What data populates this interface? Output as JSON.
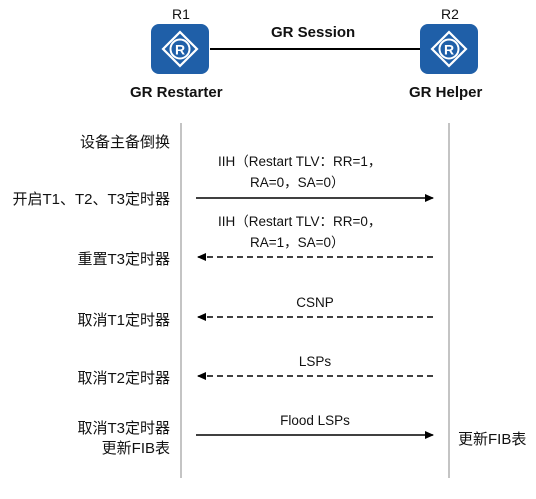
{
  "routers": {
    "r1": {
      "name": "R1",
      "role": "GR Restarter",
      "icon": "router-icon",
      "color": "#1f5fa8"
    },
    "r2": {
      "name": "R2",
      "role": "GR Helper",
      "icon": "router-icon",
      "color": "#1f5fa8"
    },
    "session_label": "GR Session",
    "icon_glyph": "R"
  },
  "steps": {
    "s1": "设备主备倒换",
    "s2": "开启T1、T2、T3定时器",
    "s3": "重置T3定时器",
    "s4": "取消T1定时器",
    "s5": "取消T2定时器",
    "s6_line1": "取消T3定时器",
    "s6_line2": "更新FIB表"
  },
  "helper_step": "更新FIB表",
  "messages": {
    "m1_line1": "IIH（Restart TLV：RR=1，",
    "m1_line2": "RA=0，SA=0）",
    "m2_line1": "IIH（Restart TLV：RR=0，",
    "m2_line2": "RA=1，SA=0）",
    "m3": "CSNP",
    "m4": "LSPs",
    "m5": "Flood LSPs"
  }
}
